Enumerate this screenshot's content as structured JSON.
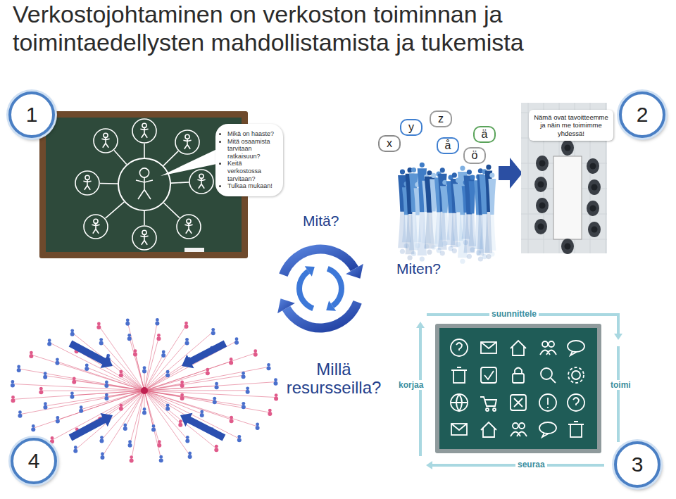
{
  "diagram": {
    "title": "Verkostojohtaminen on verkoston toiminnan ja toimintaedellysten mahdollistamista ja tukemista",
    "nodes": [
      {
        "text": [
          "1"
        ]
      },
      {
        "text": [
          "Mikä on haaste?",
          "Mitä osaamista tarvitaan ratkaisuun?",
          "Keitä verkostossa tarvitaan?",
          "Tulkaa mukaan!"
        ]
      },
      {
        "text": [
          "y"
        ]
      },
      {
        "text": [
          "z"
        ]
      },
      {
        "text": [
          "x"
        ]
      },
      {
        "text": [
          "å"
        ]
      },
      {
        "text": [
          "ä"
        ]
      },
      {
        "text": [
          "ö"
        ]
      },
      {
        "text": [
          "Nämä ovat tavoitteemme ja näin me toimimme yhdessä!"
        ]
      },
      {
        "text": [
          "2"
        ]
      },
      {
        "text": [
          "4"
        ]
      },
      {
        "text": [
          "3"
        ]
      }
    ],
    "labels": [
      "Mitä?",
      "Miten?",
      "Millä resursseilla?",
      "suunnittele",
      "korjaa",
      "toimi",
      "seuraa"
    ]
  }
}
